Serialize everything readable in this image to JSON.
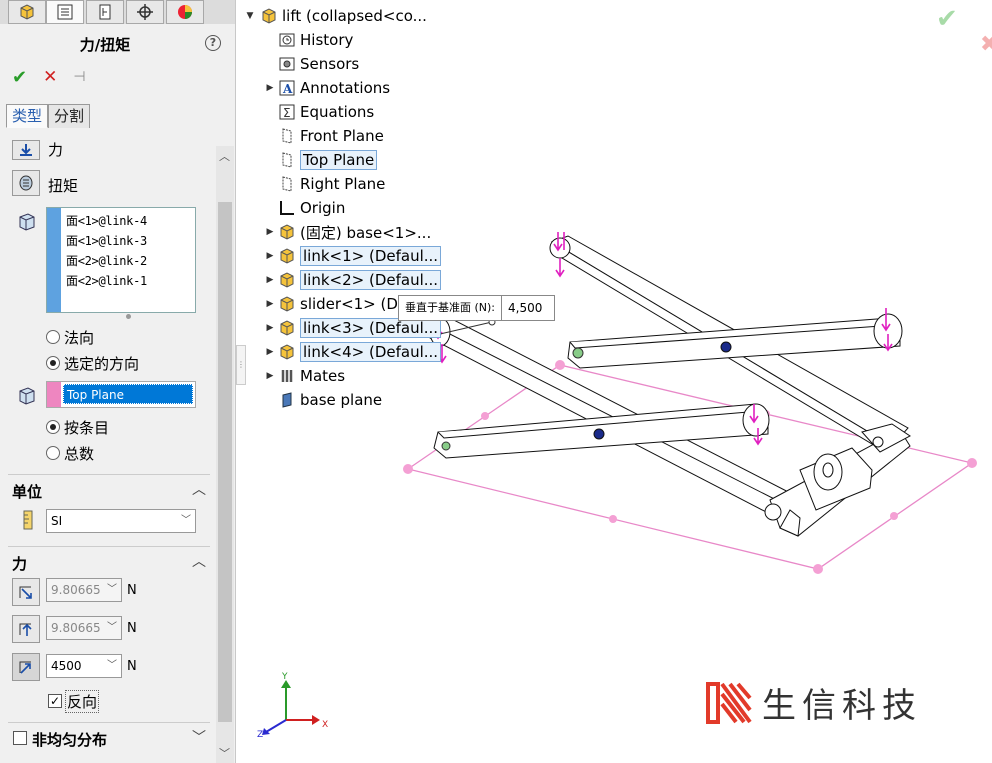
{
  "property_manager": {
    "title": "力/扭矩",
    "help": "?",
    "tabs": [
      "类型",
      "分割"
    ],
    "force_option": "力",
    "torque_option": "扭矩",
    "faces": [
      "面<1>@link-4",
      "面<1>@link-3",
      "面<2>@link-2",
      "面<2>@link-1"
    ],
    "direction_normal": "法向",
    "direction_selected": "选定的方向",
    "reference_plane": "Top Plane",
    "per_item": "按条目",
    "total": "总数",
    "units_section": "单位",
    "units_value": "SI",
    "force_section": "力",
    "force_x": "9.80665",
    "force_y": "9.80665",
    "force_z": "4500",
    "unit_n": "N",
    "reverse_label": "反向",
    "nonuniform_label": "非均匀分布"
  },
  "tree": {
    "root": "lift  (collapsed<co...",
    "items": [
      {
        "label": "History",
        "icon": "history-icon",
        "expandable": false
      },
      {
        "label": "Sensors",
        "icon": "sensors-icon",
        "expandable": false
      },
      {
        "label": "Annotations",
        "icon": "annotations-icon",
        "expandable": true
      },
      {
        "label": "Equations",
        "icon": "equations-icon",
        "expandable": false
      },
      {
        "label": "Front Plane",
        "icon": "plane-icon",
        "expandable": false
      },
      {
        "label": "Top Plane",
        "icon": "plane-icon",
        "expandable": false
      },
      {
        "label": "Right Plane",
        "icon": "plane-icon",
        "expandable": false
      },
      {
        "label": "Origin",
        "icon": "origin-icon",
        "expandable": false
      },
      {
        "label": "(固定) base<1>...",
        "icon": "part-icon",
        "expandable": true
      },
      {
        "label": "link<1> (Defaul...",
        "icon": "part-icon",
        "expandable": true
      },
      {
        "label": "link<2> (Defaul...",
        "icon": "part-icon",
        "expandable": true
      },
      {
        "label": "slider<1> (D",
        "icon": "part-icon",
        "expandable": true
      },
      {
        "label": "link<3> (Defaul...",
        "icon": "part-icon",
        "expandable": true
      },
      {
        "label": "link<4> (Defaul...",
        "icon": "part-icon",
        "expandable": true
      },
      {
        "label": "Mates",
        "icon": "mates-icon",
        "expandable": true
      },
      {
        "label": "base plane",
        "icon": "base-plane-icon",
        "expandable": false
      }
    ]
  },
  "viewport": {
    "tooltip_label": "垂直于基准面 (N):",
    "tooltip_value": "4,500",
    "triad": {
      "x": "X",
      "y": "Y",
      "z": "Z"
    },
    "watermark": "生信科技"
  },
  "colors": {
    "accent_blue": "#0078d7",
    "face_bar": "#5ea2e0",
    "plane_bar": "#ee86c0",
    "plane_outline": "#e888c8",
    "arrow_magenta": "#e020c0"
  }
}
